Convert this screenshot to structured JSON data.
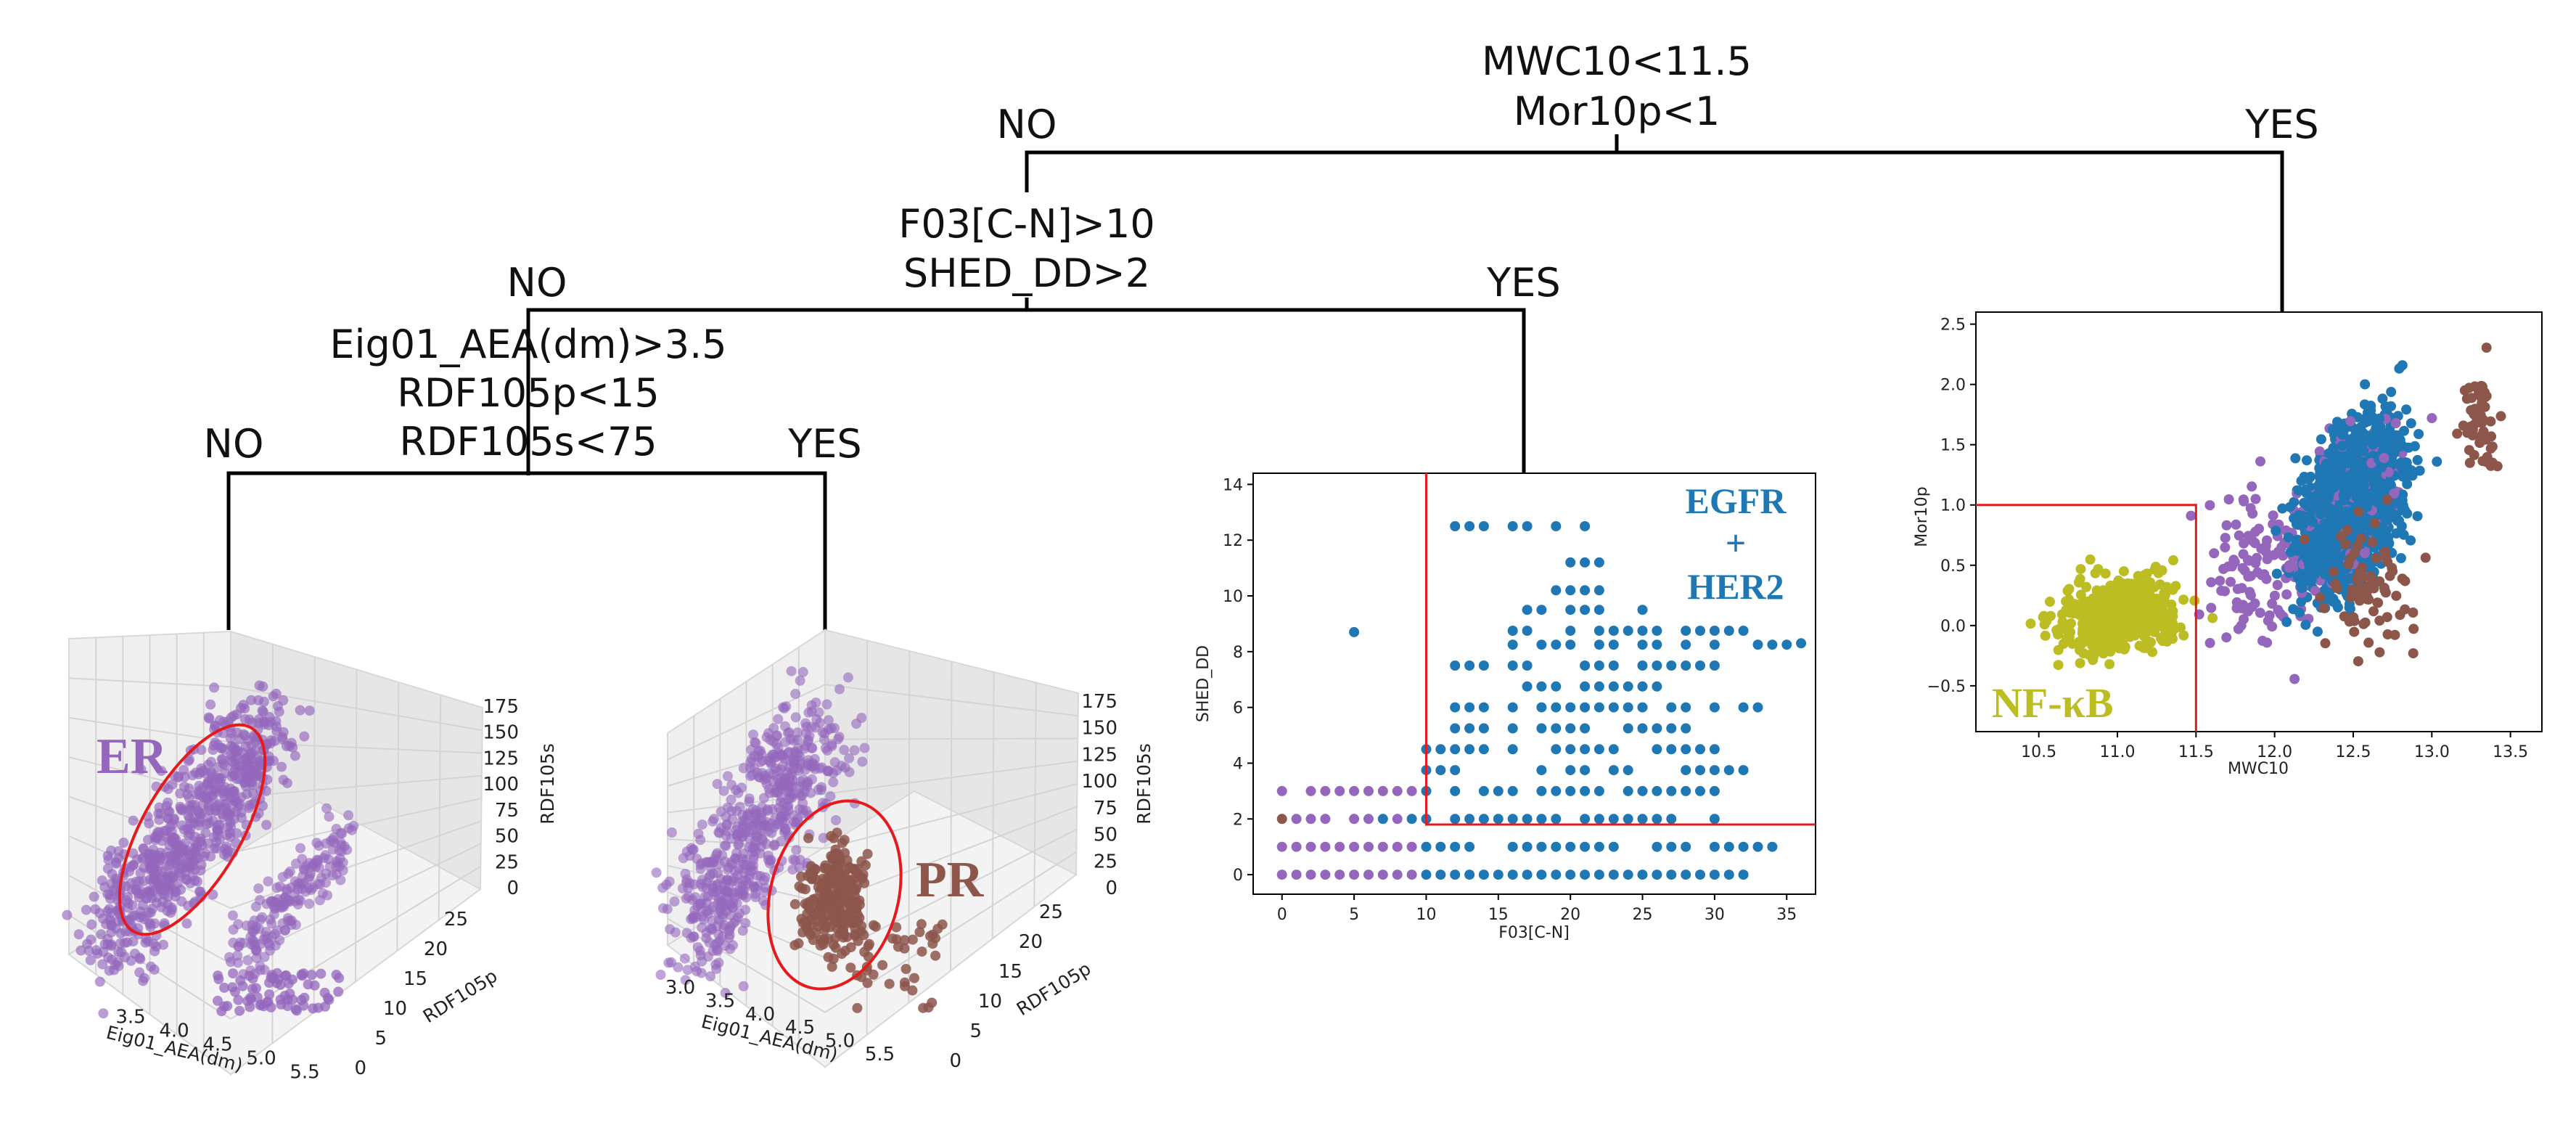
{
  "tree": {
    "root": {
      "line1": "MWC10<11.5",
      "line2": "Mor10p<1",
      "no_label": "NO",
      "yes_label": "YES"
    },
    "node2": {
      "line1": "F03[C-N]>10",
      "line2": "SHED_DD>2",
      "no_label": "NO",
      "yes_label": "YES"
    },
    "node3": {
      "line1": "Eig01_AEA(dm)>3.5",
      "line2": "RDF105p<15",
      "line3": "RDF105s<75",
      "no_label": "NO",
      "yes_label": "YES"
    }
  },
  "colors": {
    "purple": "#9467bd",
    "brown": "#8c564b",
    "blue": "#1f77b4",
    "olive": "#bcbd22",
    "red": "#e41a1c"
  },
  "plot_er": {
    "label": "ER",
    "xlabel": "Eig01_AEA(dm)",
    "ylabel": "RDF105p",
    "zlabel": "RDF105s",
    "x_ticks": [
      "3.5",
      "4.0",
      "4.5",
      "5.0",
      "5.5"
    ],
    "y_ticks": [
      "0",
      "5",
      "10",
      "15",
      "20",
      "25"
    ],
    "z_ticks": [
      "0",
      "25",
      "50",
      "75",
      "100",
      "125",
      "150",
      "175"
    ]
  },
  "plot_pr": {
    "label": "PR",
    "xlabel": "Eig01_AEA(dm)",
    "ylabel": "RDF105p",
    "zlabel": "RDF105s",
    "x_ticks": [
      "3.0",
      "3.5",
      "4.0",
      "4.5",
      "5.0",
      "5.5"
    ],
    "y_ticks": [
      "0",
      "5",
      "10",
      "15",
      "20",
      "25"
    ],
    "z_ticks": [
      "0",
      "25",
      "50",
      "75",
      "100",
      "125",
      "150",
      "175"
    ]
  },
  "plot_egfr": {
    "label_line1": "EGFR",
    "label_line2": "+",
    "label_line3": "HER2",
    "xlabel": "F03[C-N]",
    "ylabel": "SHED_DD",
    "x_ticks": [
      "0",
      "5",
      "10",
      "15",
      "20",
      "25",
      "30",
      "35"
    ],
    "y_ticks": [
      "0",
      "2",
      "4",
      "6",
      "8",
      "10",
      "12",
      "14"
    ]
  },
  "plot_nfkb": {
    "label": "NF-κB",
    "xlabel": "MWC10",
    "ylabel": "Mor10p",
    "x_ticks": [
      "10.5",
      "11.0",
      "11.5",
      "12.0",
      "12.5",
      "13.0",
      "13.5"
    ],
    "y_ticks": [
      "−0.5",
      "0.0",
      "0.5",
      "1.0",
      "1.5",
      "2.0",
      "2.5"
    ]
  },
  "chart_data": [
    {
      "type": "scatter",
      "series": [
        {
          "name": "ER",
          "color": "#9467bd"
        }
      ],
      "xlabel": "Eig01_AEA(dm)",
      "ylabel": "RDF105p",
      "zlabel": "RDF105s",
      "xlim": [
        3.2,
        5.6
      ],
      "ylim": [
        0,
        28
      ],
      "zlim": [
        0,
        175
      ],
      "grid": true
    },
    {
      "type": "scatter",
      "series": [
        {
          "name": "PR",
          "color": "#8c564b"
        }
      ],
      "xlabel": "Eig01_AEA(dm)",
      "ylabel": "RDF105p",
      "zlabel": "RDF105s",
      "xlim": [
        2.9,
        5.6
      ],
      "ylim": [
        0,
        28
      ],
      "zlim": [
        0,
        175
      ],
      "grid": true
    },
    {
      "type": "scatter",
      "series": [
        {
          "name": "EGFR + HER2",
          "color": "#1f77b4"
        }
      ],
      "xlabel": "F03[C-N]",
      "ylabel": "SHED_DD",
      "xlim": [
        -2,
        37
      ],
      "ylim": [
        -0.7,
        14.4
      ],
      "thresholds": {
        "x": 10,
        "y": 2
      }
    },
    {
      "type": "scatter",
      "series": [
        {
          "name": "NF-κB",
          "color": "#bcbd22"
        }
      ],
      "xlabel": "MWC10",
      "ylabel": "Mor10p",
      "xlim": [
        10.1,
        13.7
      ],
      "ylim": [
        -0.88,
        2.6
      ],
      "thresholds": {
        "x": 11.5,
        "y": 1.0
      }
    }
  ]
}
